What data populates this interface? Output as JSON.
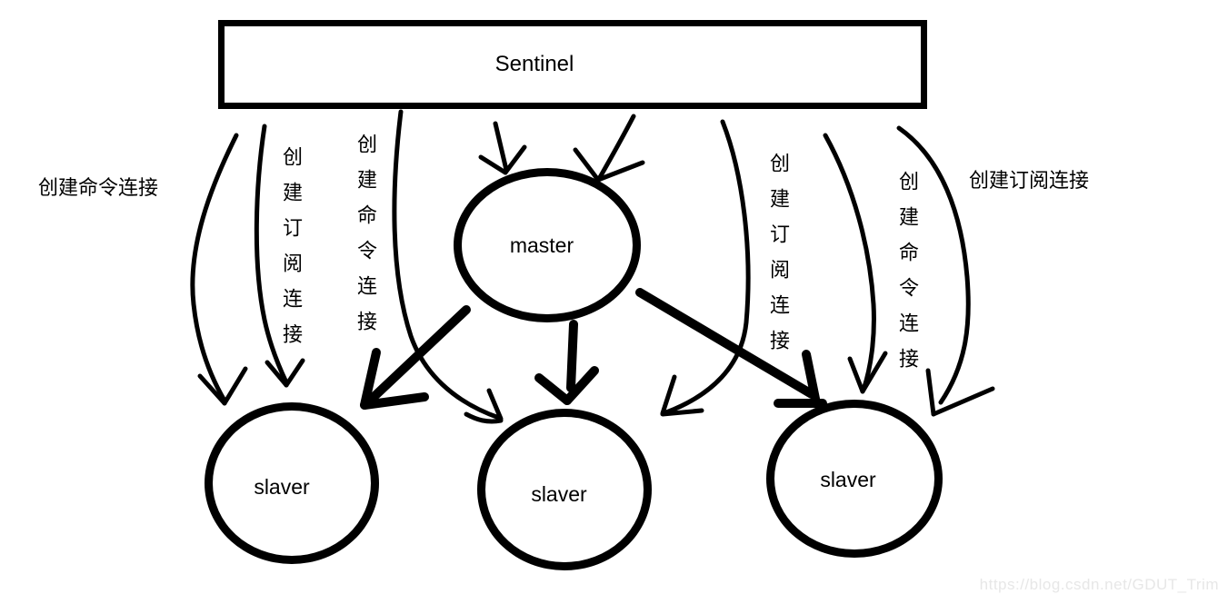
{
  "diagram": {
    "sentinel": {
      "label": "Sentinel"
    },
    "master": {
      "label": "master"
    },
    "slaves": [
      {
        "label": "slaver"
      },
      {
        "label": "slaver"
      },
      {
        "label": "slaver"
      }
    ],
    "connection_labels": {
      "left_horizontal": "创建命令连接",
      "left_vertical_subscribe": "创建订阅连接",
      "left_vertical_command": "创建命令连接",
      "right_vertical_subscribe": "创建订阅连接",
      "right_vertical_command": "创建命令连接",
      "right_horizontal": "创建订阅连接"
    },
    "watermark": "https://blog.csdn.net/GDUT_Trim",
    "colors": {
      "stroke": "#000000",
      "background": "#ffffff",
      "watermark_text": "#e7e7e7"
    }
  }
}
